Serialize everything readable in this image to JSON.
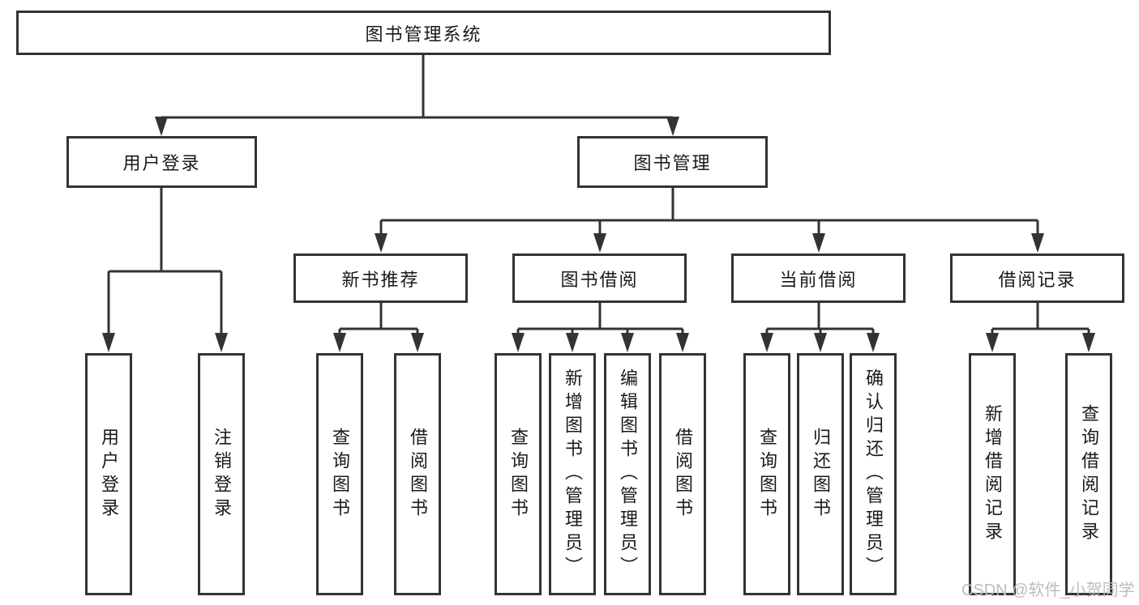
{
  "tree": {
    "label": "图书管理系统",
    "children": [
      {
        "label": "用户登录",
        "children": [
          {
            "label": "用户登录"
          },
          {
            "label": "注销登录"
          }
        ]
      },
      {
        "label": "图书管理",
        "children": [
          {
            "label": "新书推荐",
            "children": [
              {
                "label": "查询图书"
              },
              {
                "label": "借阅图书"
              }
            ]
          },
          {
            "label": "图书借阅",
            "children": [
              {
                "label": "查询图书"
              },
              {
                "label": "新增图书（管理员）"
              },
              {
                "label": "编辑图书（管理员）"
              },
              {
                "label": "借阅图书"
              }
            ]
          },
          {
            "label": "当前借阅",
            "children": [
              {
                "label": "查询图书"
              },
              {
                "label": "归还图书"
              },
              {
                "label": "确认归还（管理员）"
              }
            ]
          },
          {
            "label": "借阅记录",
            "children": [
              {
                "label": "新增借阅记录"
              },
              {
                "label": "查询借阅记录"
              }
            ]
          }
        ]
      }
    ]
  },
  "watermark": "CSDN @软件_小贺同学",
  "colors": {
    "line": "#333333",
    "box_border": "#333333",
    "box_background": "#ffffff",
    "text": "#1a1a1a",
    "watermark": "#bcbcbc",
    "background": "#ffffff"
  }
}
